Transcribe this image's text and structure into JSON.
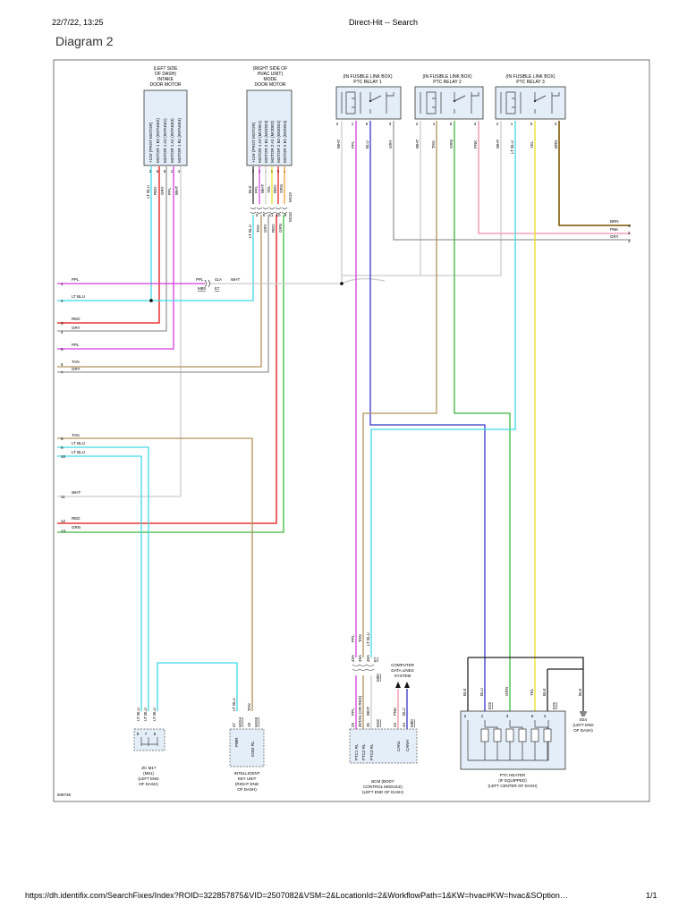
{
  "browser": {
    "datetime": "22/7/22, 13:25",
    "page_title": "Direct-Hit -- Search",
    "url": "https://dh.identifix.com/SearchFixes/Index?ROID=322857875&VID=2507082&VSM=2&LocationId=2&WorkflowPath=1&KW=hvac#KW=hvac&SOption…",
    "page_count": "1/1"
  },
  "diagram": {
    "title": "Diagram 2",
    "figure_id": "608736",
    "intake_motor": {
      "title": [
        "(LEFT SIDE",
        "OF DASH)",
        "INTAKE",
        "DOOR MOTOR"
      ],
      "pins": [
        "+12V (PROT MOTOR)",
        "MOTOR 1 B2 (INTAKE2)",
        "MOTOR 1 A2 (INTAKE1)",
        "MOTOR 1 A1 (INTAKE3)",
        "MOTOR 1 B1 (INTAKE4)"
      ],
      "pin_nums": [
        "2",
        "6",
        "5",
        "1",
        "4"
      ],
      "wire_colors": [
        "LT BLU",
        "RED",
        "GRY",
        "PPL",
        "WHT"
      ]
    },
    "mode_motor": {
      "title": [
        "(RIGHT SIDE OF",
        "HVAC UNIT)",
        "MODE",
        "DOOR MOTOR"
      ],
      "pins": [
        "+12V (PROT MOTOR)",
        "MOTOR 1 A2 (MODE1)",
        "MOTOR 2 B1 (MODE3)",
        "MOTOR 2 A1 (MODE2)",
        "MOTOR 2 B2 (MODE2)",
        "MOTOR 2 B1 (MODE4)"
      ],
      "pin_nums": [
        "2",
        "3",
        "1",
        "6",
        "5",
        "4"
      ],
      "wire_top": [
        "BLK",
        "PPL",
        "WHT",
        "YEL",
        "RED",
        "ORG"
      ],
      "conn": [
        "M119",
        "M110"
      ],
      "wire_bottom": [
        "LT BLU",
        "TAN",
        "GRY",
        "RED",
        "GRN"
      ],
      "pin_bottom": [
        "3",
        "5",
        "11",
        "10",
        "9"
      ]
    },
    "relays": [
      {
        "title": [
          "(IN FUSIBLE LINK BOX)",
          "PTC RELAY 1"
        ],
        "pins": [
          "2",
          "1",
          "5",
          "3"
        ],
        "wires": [
          "WHT",
          "PPL",
          "BLU",
          "GRY"
        ]
      },
      {
        "title": [
          "(IN FUSIBLE LINK BOX)",
          "PTC RELAY 2"
        ],
        "pins": [
          "2",
          "1",
          "5",
          "3"
        ],
        "wires": [
          "WHT",
          "TAN",
          "GRN",
          "PNK"
        ]
      },
      {
        "title": [
          "(IN FUSIBLE LINK BOX)",
          "PTC RELAY 3"
        ],
        "pins": [
          "2",
          "1",
          "5",
          "3"
        ],
        "wires": [
          "WHT",
          "LT BLU",
          "YEL",
          "BRN"
        ]
      }
    ],
    "right_terminals": [
      {
        "color": "BRN",
        "num": "1"
      },
      {
        "color": "PNK",
        "num": "2"
      },
      {
        "color": "GRY",
        "num": "3"
      }
    ],
    "left_terminals": [
      {
        "num": "1",
        "color": "PPL"
      },
      {
        "num": "2",
        "color": "LT BLU"
      },
      {
        "num": "3",
        "color": "RED"
      },
      {
        "num": "4",
        "color": "GRY"
      },
      {
        "num": "5",
        "color": "PPL"
      },
      {
        "num": "6",
        "color": "TAN"
      },
      {
        "num": "7",
        "color": "GRY"
      },
      {
        "num": "8",
        "color": "TAN"
      },
      {
        "num": "9",
        "color": "LT BLU"
      },
      {
        "num": "10",
        "color": "LT BLU"
      },
      {
        "num": "11",
        "color": "WHT"
      },
      {
        "num": "12",
        "color": "RED"
      },
      {
        "num": "13",
        "color": "GRN"
      }
    ],
    "junction": {
      "left": "PPL",
      "conn": "M89",
      "pin": "41A",
      "pin_sub": "E7",
      "right": "WHT"
    },
    "jc": {
      "title": [
        "J/C M17",
        "(M51)",
        "(LEFT END",
        "OF DASH)"
      ],
      "wires": [
        "LT BLU",
        "LT BLU",
        "LT BLU"
      ],
      "pins": [
        "9",
        "7",
        "6"
      ]
    },
    "iku": {
      "title": [
        "INTELLIGENT",
        "KEY UNIT",
        "(RIGHT END",
        "OF DASH)"
      ],
      "wires": [
        "LT BLU",
        "TAN"
      ],
      "pins": [
        "47",
        "18"
      ],
      "conns": [
        "M154",
        "M155"
      ],
      "labels": [
        "PWR",
        "IGN2 RL"
      ]
    },
    "bcm": {
      "title": [
        "BCM (BODY",
        "CONTROL MODULE)",
        "(LEFT END OF DASH)"
      ],
      "upper_wires": [
        "PPL",
        "TAN",
        "LT BLU"
      ],
      "upper_pins": [
        "49A",
        "39A",
        "40A"
      ],
      "upper_conn": "E7",
      "upper_conn2": "M89",
      "lower_wires": [
        "PPL",
        "TAN (OR RED)",
        "WHT"
      ],
      "lower_pins": [
        "29",
        "30",
        "35"
      ],
      "lower_conn": "M18",
      "canl_wire": "PNK",
      "canh_wire": "BLU",
      "can_pins": [
        "43",
        "44"
      ],
      "can_conn": "M80",
      "labels": [
        "PTC1 RL",
        "PTC2 RL",
        "PTC3 RL"
      ],
      "can_labels": [
        "CANL",
        "CANH"
      ],
      "data_lines": [
        "COMPUTER",
        "DATA LINES",
        "SYSTEM"
      ]
    },
    "ptc_heater": {
      "title": [
        "PTC HEATER",
        "(IF EQUIPPED)",
        "(LEFT CENTER OF DASH)"
      ],
      "wires": [
        "BLK",
        "BLU",
        "GRN",
        "YEL",
        "BLK"
      ],
      "pins": [
        "2",
        "1",
        "3",
        "6",
        "4"
      ],
      "conns": [
        "E26",
        "E25"
      ]
    },
    "ground": {
      "name": "E54",
      "loc": [
        "(LEFT END",
        "OF DASH)"
      ],
      "wire": "BLK"
    }
  }
}
